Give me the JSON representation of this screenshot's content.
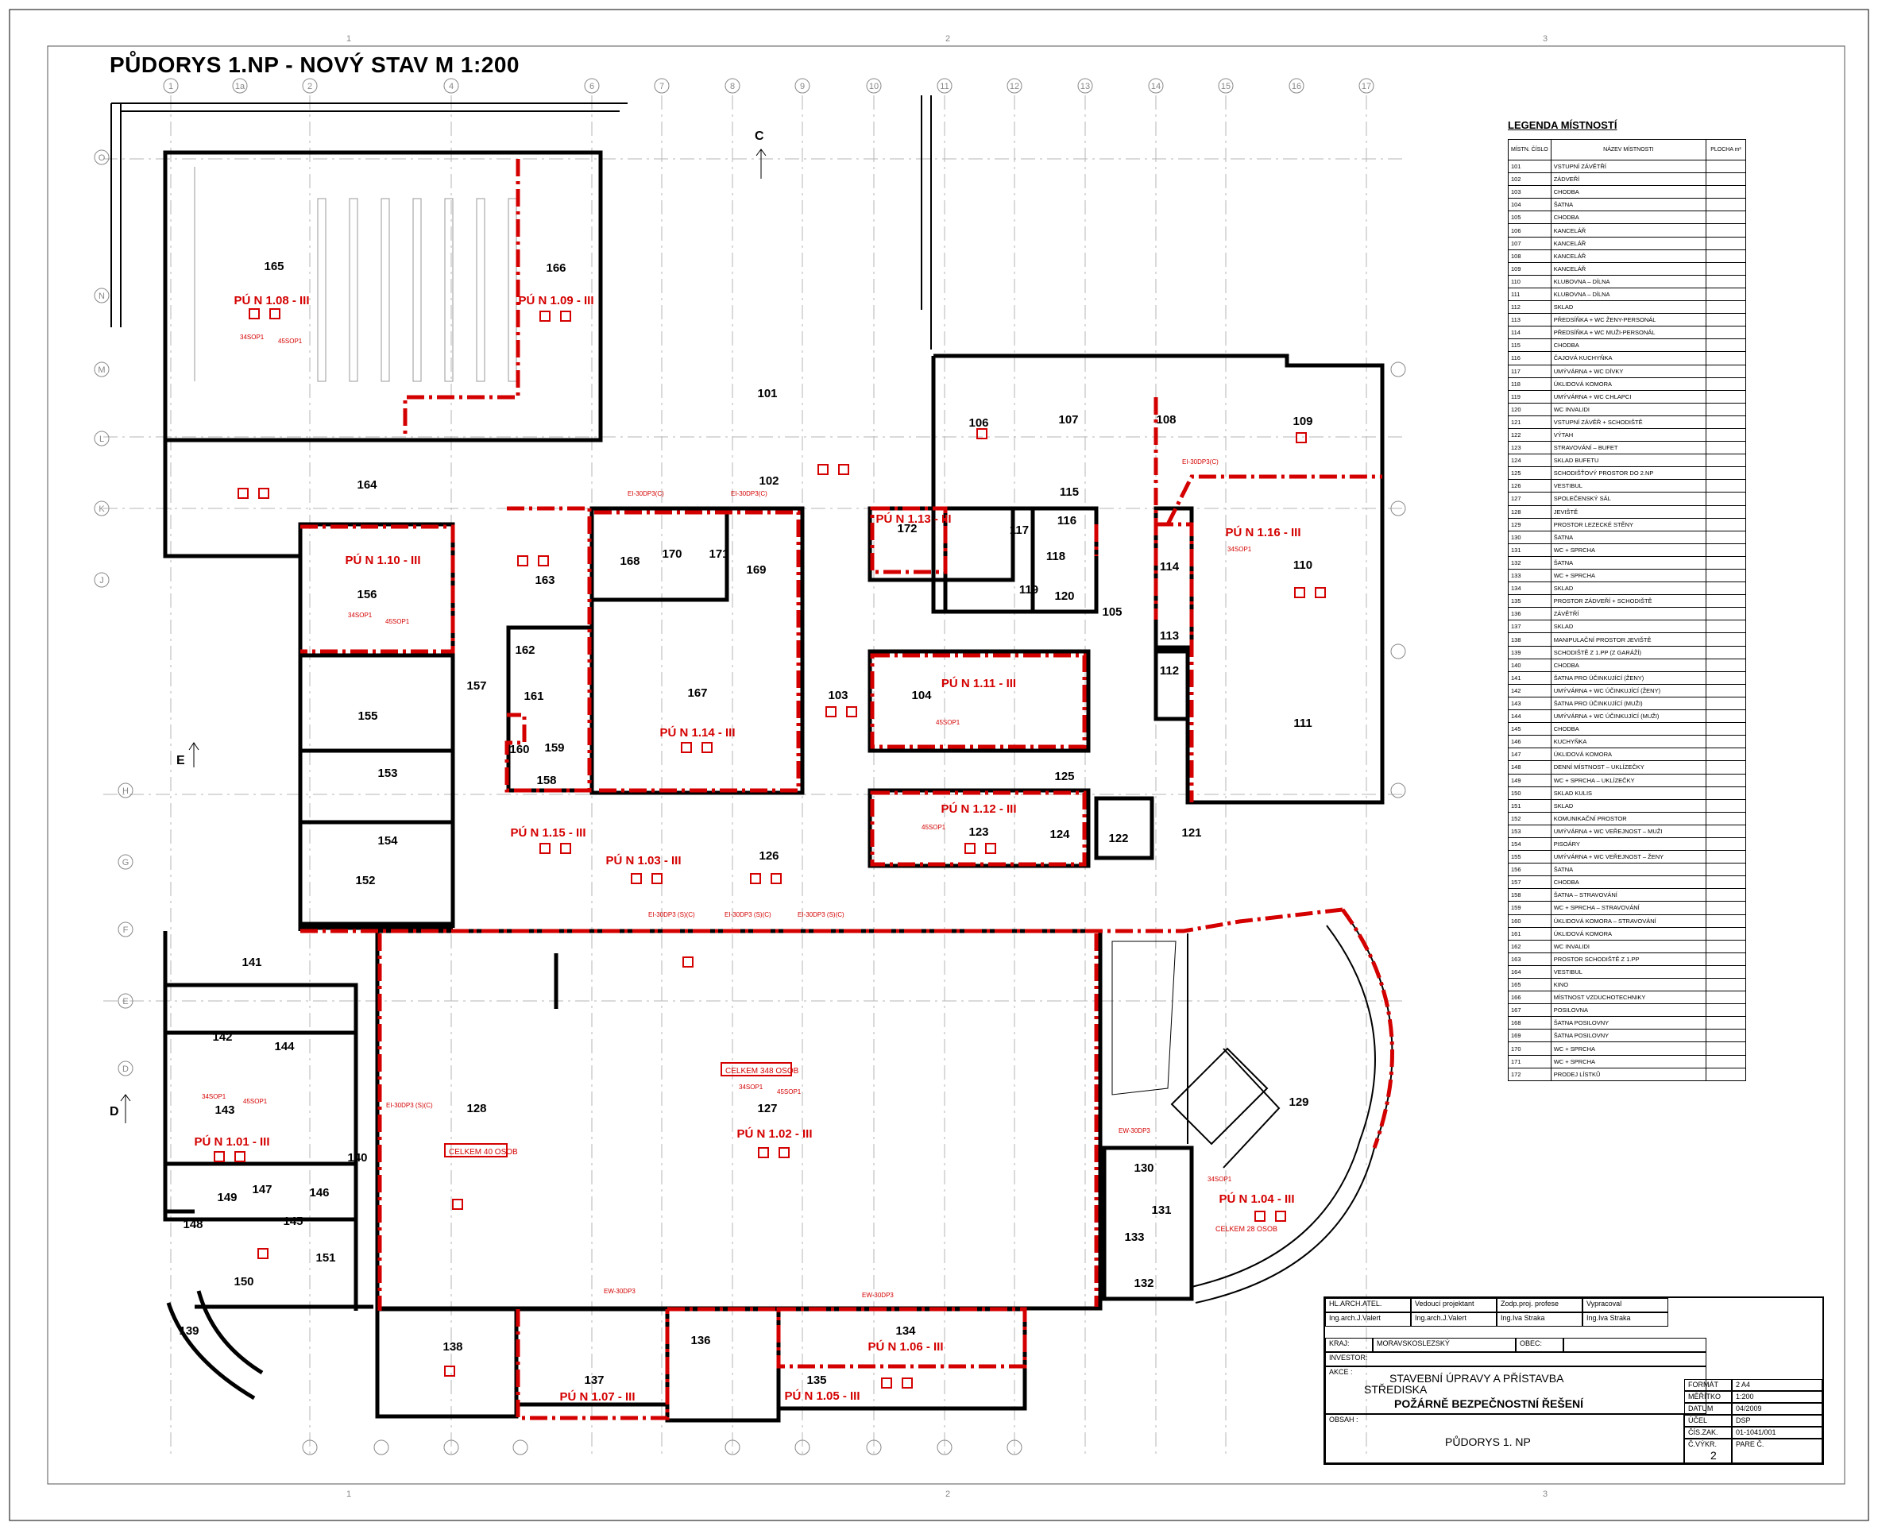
{
  "drawing_title": "PŮDORYS 1.NP - NOVÝ STAV  M 1:200",
  "sheet_border_numbers": [
    "1",
    "2",
    "3"
  ],
  "column_axes": [
    "1",
    "1a",
    "2",
    "4",
    "6",
    "7",
    "8",
    "9",
    "10",
    "11",
    "12",
    "13",
    "14",
    "15",
    "16",
    "17"
  ],
  "row_axes": [
    "O",
    "N",
    "M",
    "L",
    "K",
    "J",
    "H",
    "G",
    "F",
    "E",
    "D"
  ],
  "section_marks": [
    "C",
    "E",
    "D"
  ],
  "colors": {
    "fire_red": "#d40000",
    "wall_black": "#000000",
    "grid_gray": "#9a9a9a"
  },
  "legend": {
    "title": "LEGENDA MÍSTNOSTÍ",
    "col_number": "MÍSTN. ČÍSLO",
    "col_name": "NÁZEV MÍSTNOSTI",
    "col_area": "PLOCHA m²",
    "rows": [
      {
        "n": "101",
        "name": "VSTUPNÍ ZÁVĚTŘÍ"
      },
      {
        "n": "102",
        "name": "ZÁDVEŘÍ"
      },
      {
        "n": "103",
        "name": "CHODBA"
      },
      {
        "n": "104",
        "name": "ŠATNA"
      },
      {
        "n": "105",
        "name": "CHODBA"
      },
      {
        "n": "106",
        "name": "KANCELÁŘ"
      },
      {
        "n": "107",
        "name": "KANCELÁŘ"
      },
      {
        "n": "108",
        "name": "KANCELÁŘ"
      },
      {
        "n": "109",
        "name": "KANCELÁŘ"
      },
      {
        "n": "110",
        "name": "KLUBOVNA – DÍLNA"
      },
      {
        "n": "111",
        "name": "KLUBOVNA – DÍLNA"
      },
      {
        "n": "112",
        "name": "SKLAD"
      },
      {
        "n": "113",
        "name": "PŘEDSÍŇKA + WC ŽENY-PERSONÁL"
      },
      {
        "n": "114",
        "name": "PŘEDSÍŇKA + WC MUŽI-PERSONÁL"
      },
      {
        "n": "115",
        "name": "CHODBA"
      },
      {
        "n": "116",
        "name": "ČAJOVÁ KUCHYŇKA"
      },
      {
        "n": "117",
        "name": "UMÝVÁRNA + WC DÍVKY"
      },
      {
        "n": "118",
        "name": "ÚKLIDOVÁ KOMORA"
      },
      {
        "n": "119",
        "name": "UMÝVÁRNA + WC CHLAPCI"
      },
      {
        "n": "120",
        "name": "WC INVALIDI"
      },
      {
        "n": "121",
        "name": "VSTUPNÍ ZÁVĚŘ + SCHODIŠTĚ"
      },
      {
        "n": "122",
        "name": "VÝTAH"
      },
      {
        "n": "123",
        "name": "STRAVOVÁNÍ – BUFET"
      },
      {
        "n": "124",
        "name": "SKLAD BUFETU"
      },
      {
        "n": "125",
        "name": "SCHODIŠŤOVÝ PROSTOR DO 2.NP"
      },
      {
        "n": "126",
        "name": "VESTIBUL"
      },
      {
        "n": "127",
        "name": "SPOLEČENSKÝ SÁL"
      },
      {
        "n": "128",
        "name": "JEVIŠTĚ"
      },
      {
        "n": "129",
        "name": "PROSTOR LEZECKÉ STĚNY"
      },
      {
        "n": "130",
        "name": "ŠATNA"
      },
      {
        "n": "131",
        "name": "WC + SPRCHA"
      },
      {
        "n": "132",
        "name": "ŠATNA"
      },
      {
        "n": "133",
        "name": "WC + SPRCHA"
      },
      {
        "n": "134",
        "name": "SKLAD"
      },
      {
        "n": "135",
        "name": "PROSTOR ZÁDVEŘÍ + SCHODIŠTĚ"
      },
      {
        "n": "136",
        "name": "ZÁVĚTŘÍ"
      },
      {
        "n": "137",
        "name": "SKLAD"
      },
      {
        "n": "138",
        "name": "MANIPULAČNÍ PROSTOR JEVIŠTĚ"
      },
      {
        "n": "139",
        "name": "SCHODIŠTĚ Z 1.PP (Z GARÁŽÍ)"
      },
      {
        "n": "140",
        "name": "CHODBA"
      },
      {
        "n": "141",
        "name": "ŠATNA PRO ÚČINKUJÍCÍ (ŽENY)"
      },
      {
        "n": "142",
        "name": "UMÝVÁRNA + WC ÚČINKUJÍCÍ (ŽENY)"
      },
      {
        "n": "143",
        "name": "ŠATNA PRO ÚČINKUJÍCÍ (MUŽI)"
      },
      {
        "n": "144",
        "name": "UMÝVÁRNA + WC ÚČINKUJÍCÍ (MUŽI)"
      },
      {
        "n": "145",
        "name": "CHODBA"
      },
      {
        "n": "146",
        "name": "KUCHYŇKA"
      },
      {
        "n": "147",
        "name": "ÚKLIDOVÁ KOMORA"
      },
      {
        "n": "148",
        "name": "DENNÍ MÍSTNOST – UKLÍZEČKY"
      },
      {
        "n": "149",
        "name": "WC + SPRCHA – UKLÍZEČKY"
      },
      {
        "n": "150",
        "name": "SKLAD KULIS"
      },
      {
        "n": "151",
        "name": "SKLAD"
      },
      {
        "n": "152",
        "name": "KOMUNIKAČNÍ PROSTOR"
      },
      {
        "n": "153",
        "name": "UMÝVÁRNA + WC VEŘEJNOST – MUŽI"
      },
      {
        "n": "154",
        "name": "PISOÁRY"
      },
      {
        "n": "155",
        "name": "UMÝVÁRNA + WC VEŘEJNOST – ŽENY"
      },
      {
        "n": "156",
        "name": "ŠATNA"
      },
      {
        "n": "157",
        "name": "CHODBA"
      },
      {
        "n": "158",
        "name": "ŠATNA – STRAVOVÁNÍ"
      },
      {
        "n": "159",
        "name": "WC + SPRCHA – STRAVOVÁNÍ"
      },
      {
        "n": "160",
        "name": "ÚKLIDOVÁ KOMORA – STRAVOVÁNÍ"
      },
      {
        "n": "161",
        "name": "ÚKLIDOVÁ KOMORA"
      },
      {
        "n": "162",
        "name": "WC INVALIDI"
      },
      {
        "n": "163",
        "name": "PROSTOR SCHODIŠTĚ Z 1.PP"
      },
      {
        "n": "164",
        "name": "VESTIBUL"
      },
      {
        "n": "165",
        "name": "KINO"
      },
      {
        "n": "166",
        "name": "MÍSTNOST VZDUCHOTECHNIKY"
      },
      {
        "n": "167",
        "name": "POSILOVNA"
      },
      {
        "n": "168",
        "name": "ŠATNA POSILOVNY"
      },
      {
        "n": "169",
        "name": "ŠATNA POSILOVNY"
      },
      {
        "n": "170",
        "name": "WC + SPRCHA"
      },
      {
        "n": "171",
        "name": "WC + SPRCHA"
      },
      {
        "n": "172",
        "name": "PRODEJ LÍSTKŮ"
      }
    ]
  },
  "rooms": [
    "101",
    "102",
    "103",
    "104",
    "105",
    "106",
    "107",
    "108",
    "109",
    "110",
    "111",
    "112",
    "113",
    "114",
    "115",
    "116",
    "117",
    "118",
    "119",
    "120",
    "121",
    "122",
    "123",
    "124",
    "125",
    "126",
    "127",
    "128",
    "129",
    "130",
    "131",
    "132",
    "133",
    "134",
    "135",
    "136",
    "137",
    "138",
    "139",
    "140",
    "141",
    "142",
    "143",
    "144",
    "145",
    "146",
    "147",
    "148",
    "149",
    "150",
    "151",
    "152",
    "153",
    "154",
    "155",
    "156",
    "157",
    "158",
    "159",
    "160",
    "161",
    "162",
    "163",
    "164",
    "165",
    "166",
    "167",
    "168",
    "169",
    "170",
    "171",
    "172"
  ],
  "fire_sections": [
    "PÚ N 1.08 - III",
    "PÚ N 1.09 - III",
    "PÚ N 1.10 - III",
    "PÚ N 1.13 - III",
    "PÚ N 1.16 - III",
    "PÚ N 1.11 - III",
    "PÚ N 1.14 - III",
    "PÚ N 1.12 - III",
    "PÚ N 1.15 - III",
    "PÚ N 1.03 - III",
    "PÚ N 1.01 - III",
    "PÚ N 1.02 - III",
    "PÚ N 1.04 - III",
    "PÚ N 1.07 - III",
    "PÚ N 1.05 - III",
    "PÚ N 1.06 - III"
  ],
  "plan_notes": {
    "capacity_1": "CELKEM 348 OSOB",
    "capacity_2": "CELKEM 40 OSOB",
    "capacity_3": "CELKEM 28 OSOB",
    "extinguisher_a": "34SOP1",
    "extinguisher_b": "45SOP1",
    "door_label": "EI-30DP3 (S)(C)",
    "door_label_2": "EI-30DP3(C)",
    "door_label_3": "EW-30DP3"
  },
  "title_block": {
    "h_arch_label": "HL.ARCH.ATEL.",
    "h_arch": "Ing.arch.J.Valert",
    "lead_label": "Vedoucí projektant",
    "lead": "Ing.arch.J.Valert",
    "resp_label": "Zodp.proj. profese",
    "resp": "Ing.Iva Straka",
    "drawn_label": "Vypracoval",
    "drawn": "Ing.Iva Straka",
    "region_label": "KRAJ:",
    "region": "MORAVSKOSLEZSKÝ",
    "municipality_label": "OBEC:",
    "investor_label": "INVESTOR:",
    "action_label": "AKCE :",
    "action_line1": "STAVEBNÍ ÚPRAVY A PŘÍSTAVBA",
    "action_line2": "STŘEDISKA",
    "action_line3": "POŽÁRNĚ BEZPEČNOSTNÍ ŘEŠENÍ",
    "content_label": "OBSAH :",
    "content": "PŮDORYS 1. NP",
    "format_label": "FORMÁT",
    "format": "2 A4",
    "scale_label": "MĚŘÍTKO",
    "scale": "1:200",
    "date_label": "DATUM",
    "date": "04/2009",
    "purpose_label": "ÚČEL",
    "purpose": "DSP",
    "order_label": "ČÍS.ZAK.",
    "order": "01-1041/001",
    "drawing_no_label": "Č.VÝKR.",
    "copy_label": "PARE Č.",
    "drawing_no": "2"
  }
}
